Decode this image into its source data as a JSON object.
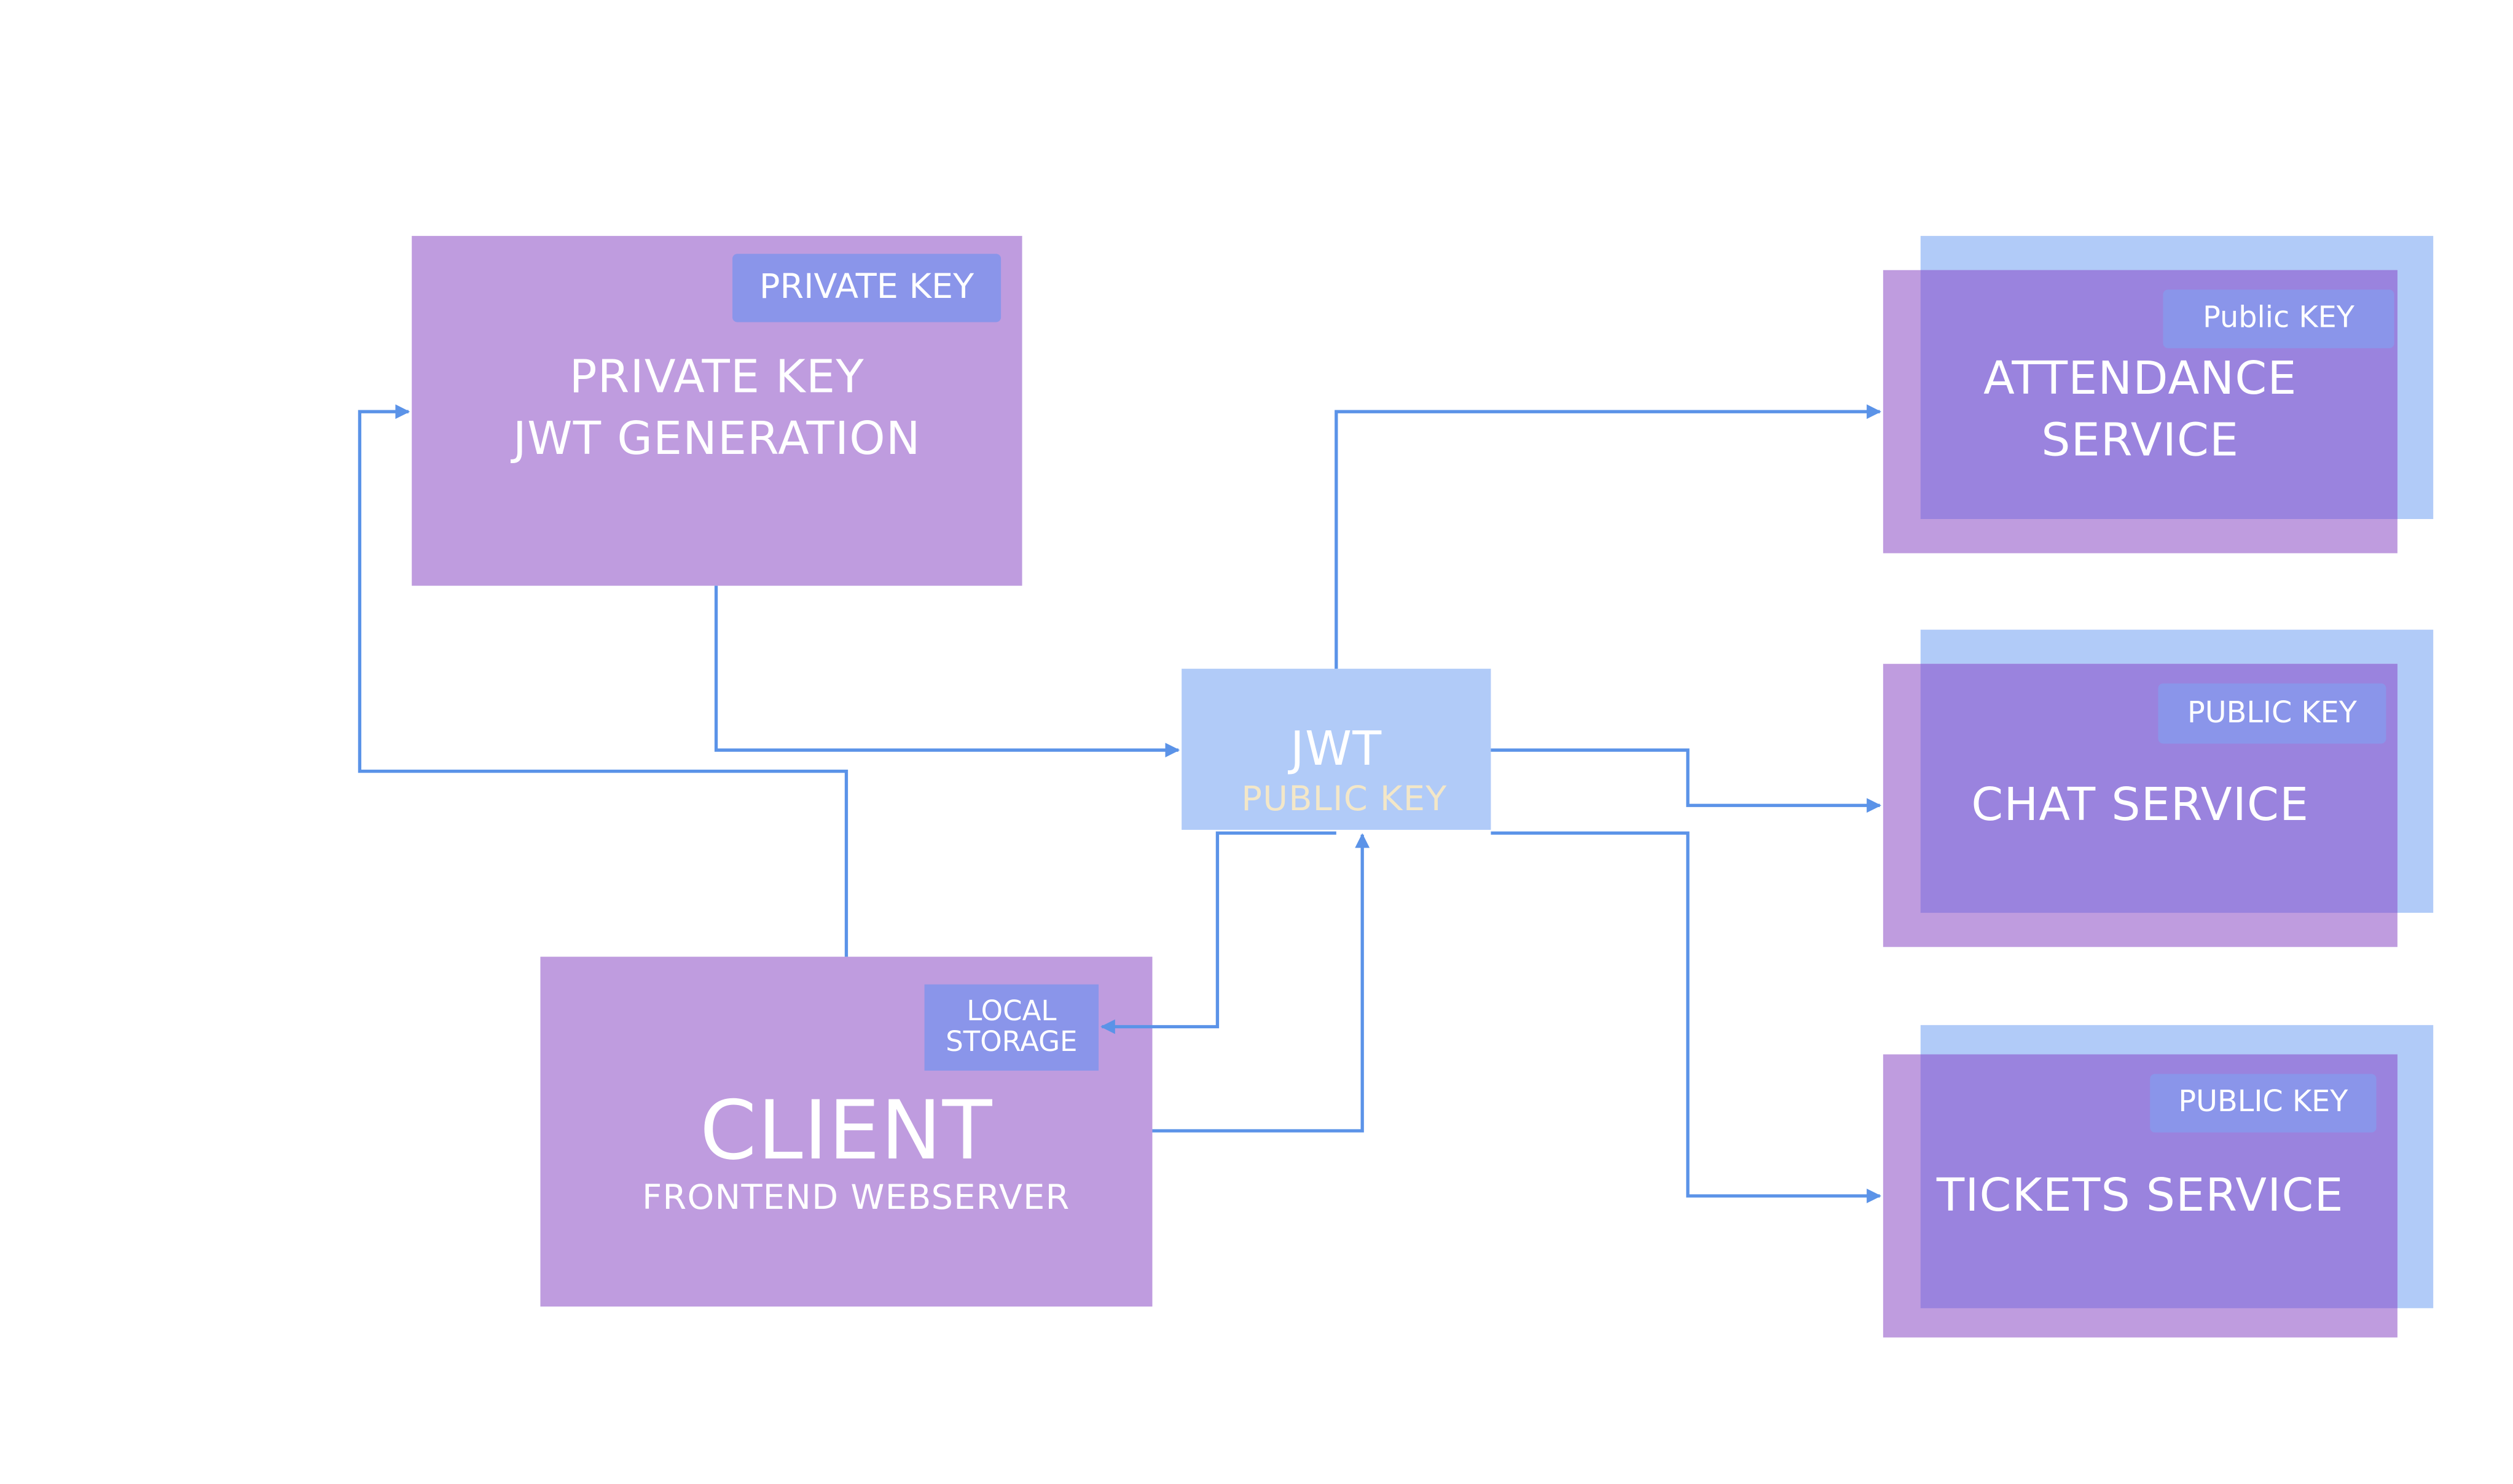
{
  "colors": {
    "box_purple": "#bf9cdf",
    "service_back_blue": "#b1cbf8",
    "service_front_violet": "#9a83de",
    "badge": "#8a95ea",
    "jwt_box": "#b1cbf8",
    "arrow": "#5b93e8",
    "jwt_sub_text": "#f3e7c8"
  },
  "private_key_box": {
    "badge": "PRIVATE KEY",
    "title_line1": "PRIVATE KEY",
    "title_line2": "JWT GENERATION"
  },
  "jwt_box": {
    "title": "JWT",
    "subtitle": "PUBLIC KEY"
  },
  "client_box": {
    "badge_line1": "LOCAL",
    "badge_line2": "STORAGE",
    "title": "CLIENT",
    "subtitle": "FRONTEND WEBSERVER"
  },
  "attendance_service": {
    "badge": "Public KEY",
    "title_line1": "ATTENDANCE",
    "title_line2": "SERVICE"
  },
  "chat_service": {
    "badge": "PUBLIC KEY",
    "title": "CHAT SERVICE"
  },
  "tickets_service": {
    "badge": "PUBLIC KEY",
    "title": "TICKETS SERVICE"
  }
}
